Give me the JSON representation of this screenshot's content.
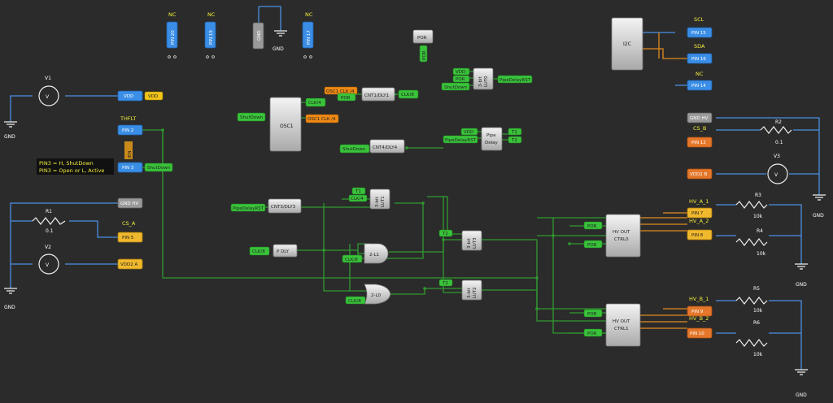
{
  "labels": {
    "gnd": "GND",
    "nc": "NC",
    "vdd": "VDD",
    "pin2": "PIN 2",
    "pin3": "PIN 3",
    "pin5": "PIN 5",
    "pin7": "PIN 7",
    "pin8": "PIN 8",
    "pin9": "PIN 9",
    "pin10": "PIN 10",
    "pin12": "PIN 12",
    "pin14": "PIN 14",
    "pin15": "PIN 15",
    "pin16": "PIN 16",
    "pin17": "PIN 17",
    "pin19": "PIN 19",
    "pin20": "PIN 20",
    "gndhv": "GND HV",
    "vdd2a": "VDD2 A",
    "vdd2b": "VDD2 B",
    "thflt": "THFLT",
    "en": "/EN",
    "cs_a": "CS_A",
    "cs_b": "CS_B",
    "scl": "SCL",
    "sda": "SDA",
    "hv_a_1": "HV_A_1",
    "hv_a_2": "HV_A_2",
    "hv_b_1": "HV_B_1",
    "hv_b_2": "HV_B_2",
    "v1": "V1",
    "v2": "V2",
    "v3": "V3",
    "r1": "R1",
    "r2": "R2",
    "r3": "R3",
    "r4": "R4",
    "r5": "R5",
    "r6": "R6",
    "r01": "0.1",
    "r10k": "10k",
    "vsym": "V",
    "note1": "PIN3 = H, ShutDown",
    "note2": "PIN3 = Open or  L, Active",
    "shutdown": "ShutDown",
    "osc1": "OSC1",
    "clk4": "CLK/4",
    "osc1clk4": "OSC1 CLK /4",
    "por": "POR",
    "cnt1": "CNT1/DLY1",
    "cnt3": "CNT3/DLY3",
    "cnt4": "CNT4/DLY4",
    "clk8": "CLK/8",
    "pipe": "Pipe",
    "delay": "Delay",
    "t1": "T1",
    "t2": "T2",
    "pipedelayrst": "PipeDelayRST",
    "lut3bit": "3-bit",
    "lut0": "LUT0",
    "lut1": "LUT1",
    "lut2": "LUT2",
    "lut3": "LUT3",
    "pdly": "P DLY",
    "and24": "2-L1",
    "or24": "2-L0",
    "i2c": "I2C",
    "hvout": "HV OUT",
    "ctrl0": "CTRL0",
    "ctrl1": "CTRL1"
  }
}
